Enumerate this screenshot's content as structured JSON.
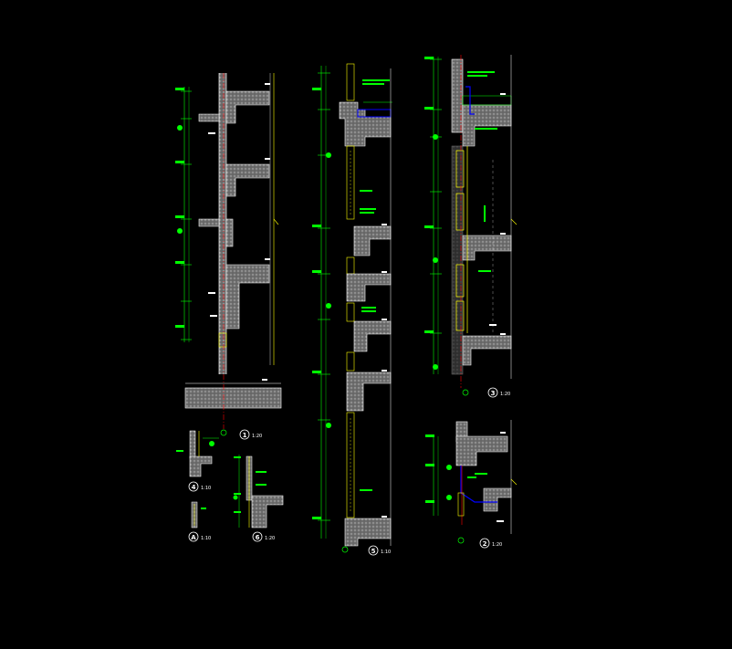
{
  "drawing": {
    "background": "#000000",
    "colors": {
      "wall": "#ffffff",
      "dim": "#00ff00",
      "window": "#ffff00",
      "axis": "#ff0000",
      "flash": "#0000ff",
      "hatch": "#9a9a9a"
    },
    "details": [
      {
        "id": "1",
        "scale": "1:20"
      },
      {
        "id": "2",
        "scale": "1:20"
      },
      {
        "id": "3",
        "scale": "1:20"
      },
      {
        "id": "4",
        "scale": "1:10"
      },
      {
        "id": "5",
        "scale": "1:10"
      },
      {
        "id": "6",
        "scale": "1:20"
      },
      {
        "id": "A",
        "scale": "1:10"
      }
    ]
  }
}
